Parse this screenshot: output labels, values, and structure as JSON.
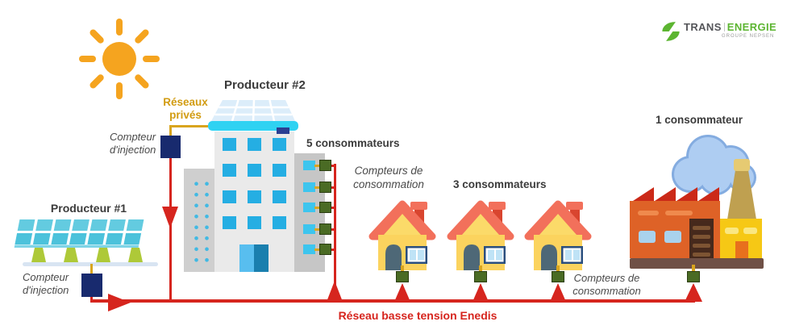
{
  "logo": {
    "title_dark": "TRANS",
    "title_green": "ENERGIE",
    "subtitle": "GROUPE NEPSEN"
  },
  "producer2": {
    "label": "Producteur #2"
  },
  "producer1": {
    "label": "Producteur #1"
  },
  "private_network": {
    "line1": "Réseaux",
    "line2": "privés"
  },
  "injection_meter_top": {
    "line1": "Compteur",
    "line2": "d'injection"
  },
  "injection_meter_bottom": {
    "line1": "Compteur",
    "line2": "d'injection"
  },
  "consumers_building": {
    "label": "5 consommateurs"
  },
  "consumers_houses": {
    "label": "3 consommateurs"
  },
  "consumer_factory": {
    "label": "1 consommateur"
  },
  "consumption_meters_building": {
    "line1": "Compteurs de",
    "line2": "consommation"
  },
  "consumption_meters_factory": {
    "line1": "Compteurs de",
    "line2": "consommation"
  },
  "network": {
    "label": "Réseau basse tension Enedis"
  },
  "colors": {
    "enedis_red": "#d6251e",
    "private_yellow": "#d9a51e",
    "injection_meter_navy": "#182a6e",
    "consumption_meter_green": "#4a6b24",
    "sun_orange": "#f5a41f",
    "logo_green": "#5cb531",
    "house_roof": "#f2705b",
    "house_wall": "#fbd35e",
    "factory_orange": "#de6227",
    "factory_yellow": "#f6c815"
  }
}
